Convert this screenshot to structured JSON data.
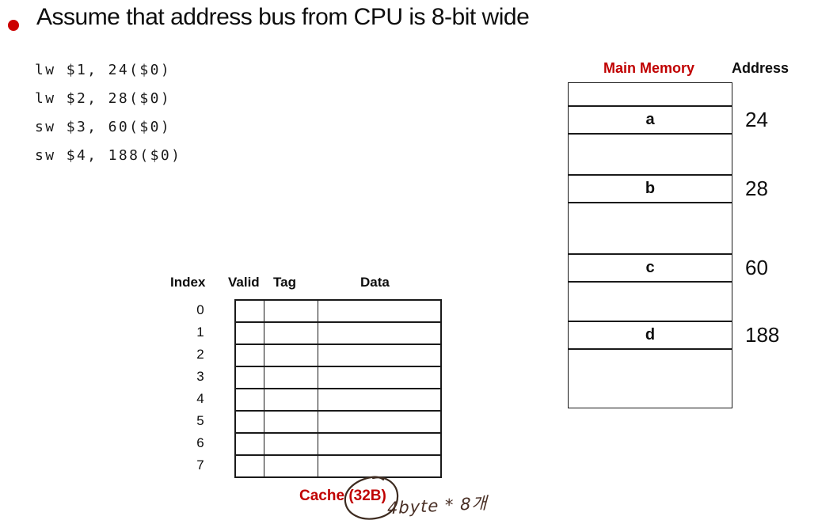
{
  "title": {
    "text": "Assume that address bus from CPU is 8-bit wide"
  },
  "code": {
    "lines": [
      "lw $1, 24($0)",
      "lw $2, 28($0)",
      "sw $3, 60($0)",
      "sw $4, 188($0)"
    ]
  },
  "cache": {
    "headers": {
      "index": "Index",
      "valid": "Valid",
      "tag": "Tag",
      "data": "Data"
    },
    "indices": [
      "0",
      "1",
      "2",
      "3",
      "4",
      "5",
      "6",
      "7"
    ],
    "row_count": 8,
    "caption_prefix": "Cache ",
    "caption_circled": "(32B)",
    "annotation": "4byte * 8개"
  },
  "memory": {
    "title": "Main Memory",
    "address_header": "Address",
    "blocks": [
      {
        "label": "a",
        "address": "24"
      },
      {
        "label": "b",
        "address": "28"
      },
      {
        "label": "c",
        "address": "60"
      },
      {
        "label": "d",
        "address": "188"
      }
    ]
  },
  "colors": {
    "accent_red": "#C00000",
    "bullet_red": "#CC0000",
    "handwriting_ink": "#4A3026"
  }
}
